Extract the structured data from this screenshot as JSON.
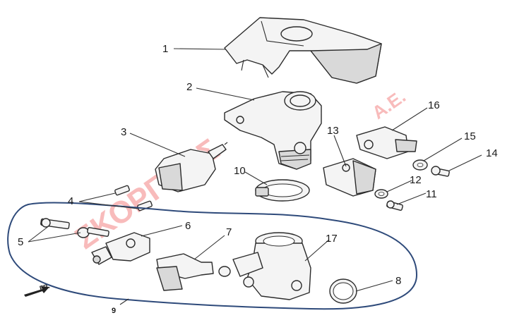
{
  "callouts": {
    "c1": "1",
    "c2": "2",
    "c3": "3",
    "c4": "4",
    "c5": "5",
    "c6": "6",
    "c7": "7",
    "c8": "8",
    "c9": "9",
    "c10": "10",
    "c11": "11",
    "c12": "12",
    "c13": "13",
    "c14": "14",
    "c15": "15",
    "c16": "16",
    "c17": "17"
  },
  "direction_label": "FR.",
  "watermark": {
    "text": "ΣΚΟΡΓΚΟΣ",
    "text_ae": "Α.Ε.",
    "color": "#f06a6a"
  },
  "group_outline_color": "#2e4a7a"
}
